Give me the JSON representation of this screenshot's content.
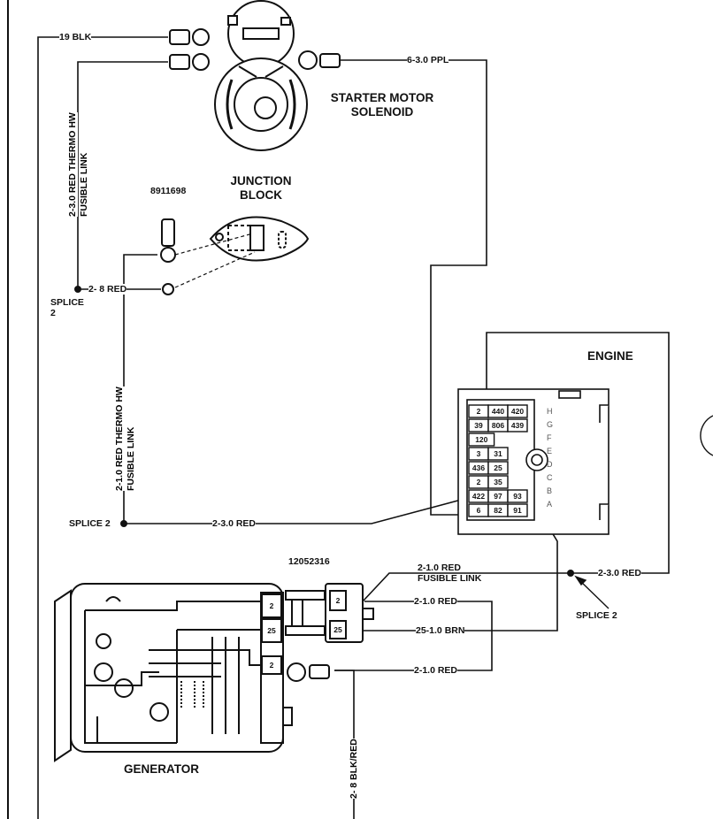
{
  "components": {
    "starter": {
      "line1": "STARTER MOTOR",
      "line2": "SOLENOID"
    },
    "junction": {
      "line1": "JUNCTION",
      "line2": "BLOCK",
      "part_no": "8911698"
    },
    "engine": {
      "title": "ENGINE"
    },
    "generator": {
      "title": "GENERATOR",
      "connector_part_no": "12052316",
      "terminals": [
        "2",
        "25",
        "2"
      ]
    }
  },
  "wires": {
    "w19blk": "19 BLK",
    "w630ppl": "6-3.0 PPL",
    "w230red_thermo": "2-3.0 RED THERMO HW",
    "fusible_link_1": "FUSIBLE LINK",
    "w28red": "2- 8 RED",
    "w210red_thermo": "2-1.0 RED THERMO HW",
    "fusible_link_2": "FUSIBLE LINK",
    "w230red_a": "2-3.0 RED",
    "w210red_fusible": "2-1.0 RED",
    "w210red_fusible_sub": "FUSIBLE LINK",
    "w230red_b": "2-3.0 RED",
    "w210red_b": "2-1.0 RED",
    "w2510brn": "25-1.0 BRN",
    "w210red_c": "2-1.0 RED",
    "w28blkred": "2- 8 BLK/RED"
  },
  "splices": {
    "s1_line1": "SPLICE",
    "s1_line2": "2",
    "s2": "SPLICE 2",
    "s3": "SPLICE 2"
  },
  "block_cells": [
    [
      "2",
      "440",
      "420"
    ],
    [
      "39",
      "806",
      "439"
    ],
    [
      "120"
    ],
    [
      "3",
      "31"
    ],
    [
      "436",
      "25"
    ],
    [
      "2",
      "35"
    ],
    [
      "422",
      "97",
      "93"
    ],
    [
      "6",
      "82",
      "91"
    ]
  ],
  "block_side_letters": [
    "H",
    "G",
    "F",
    "E",
    "D",
    "C",
    "B",
    "A"
  ]
}
